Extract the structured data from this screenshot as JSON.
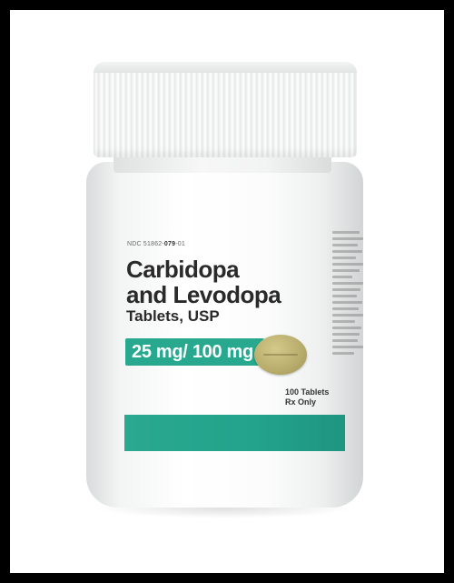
{
  "image": {
    "description": "Prescription medication bottle",
    "label": {
      "ndc_prefix": "NDC 51862-",
      "ndc_bold": "079",
      "ndc_suffix": "-01",
      "title_line1": "Carbidopa",
      "title_line2": "and Levodopa",
      "subtitle": "Tablets, USP",
      "dosage": "25 mg/ 100 mg",
      "count": "100 Tablets",
      "rx": "Rx Only"
    },
    "colors": {
      "band": "#27a88f",
      "frame": "#000000",
      "tablet": "#c7bb7b"
    }
  }
}
